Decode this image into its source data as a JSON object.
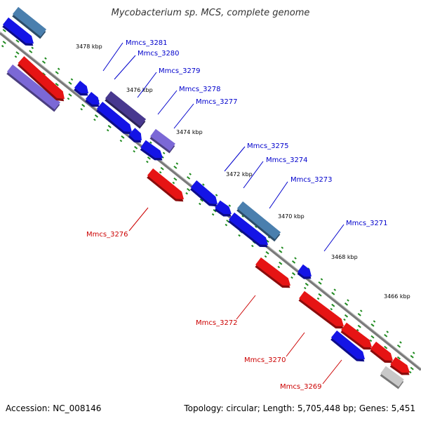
{
  "title": "Mycobacterium sp. MCS, complete genome",
  "footer": {
    "accession": "Accession: NC_008146",
    "topology": "Topology: circular; Length: 5,705,448 bp; Genes: 5,451"
  },
  "colors": {
    "forward": "#1414e6",
    "reverse": "#e61414",
    "rna_blue": "#4a7fae",
    "purple_light": "#7b68d6",
    "purple_dark": "#48388f",
    "unknown": "#c8c8c8",
    "backbone": "#808080",
    "tick": "#1f8a1f",
    "forward_label": "#0000cc",
    "reverse_label": "#cc0000"
  },
  "kbp_labels": [
    "3478 kbp",
    "3476 kbp",
    "3474 kbp",
    "3472 kbp",
    "3470 kbp",
    "3468 kbp",
    "3466 kbp"
  ],
  "forward_labels": [
    "Mmcs_3281",
    "Mmcs_3280",
    "Mmcs_3279",
    "Mmcs_3278",
    "Mmcs_3277",
    "Mmcs_3275",
    "Mmcs_3274",
    "Mmcs_3273",
    "Mmcs_3271"
  ],
  "reverse_labels": [
    "Mmcs_3276",
    "Mmcs_3272",
    "Mmcs_3270",
    "Mmcs_3269"
  ]
}
